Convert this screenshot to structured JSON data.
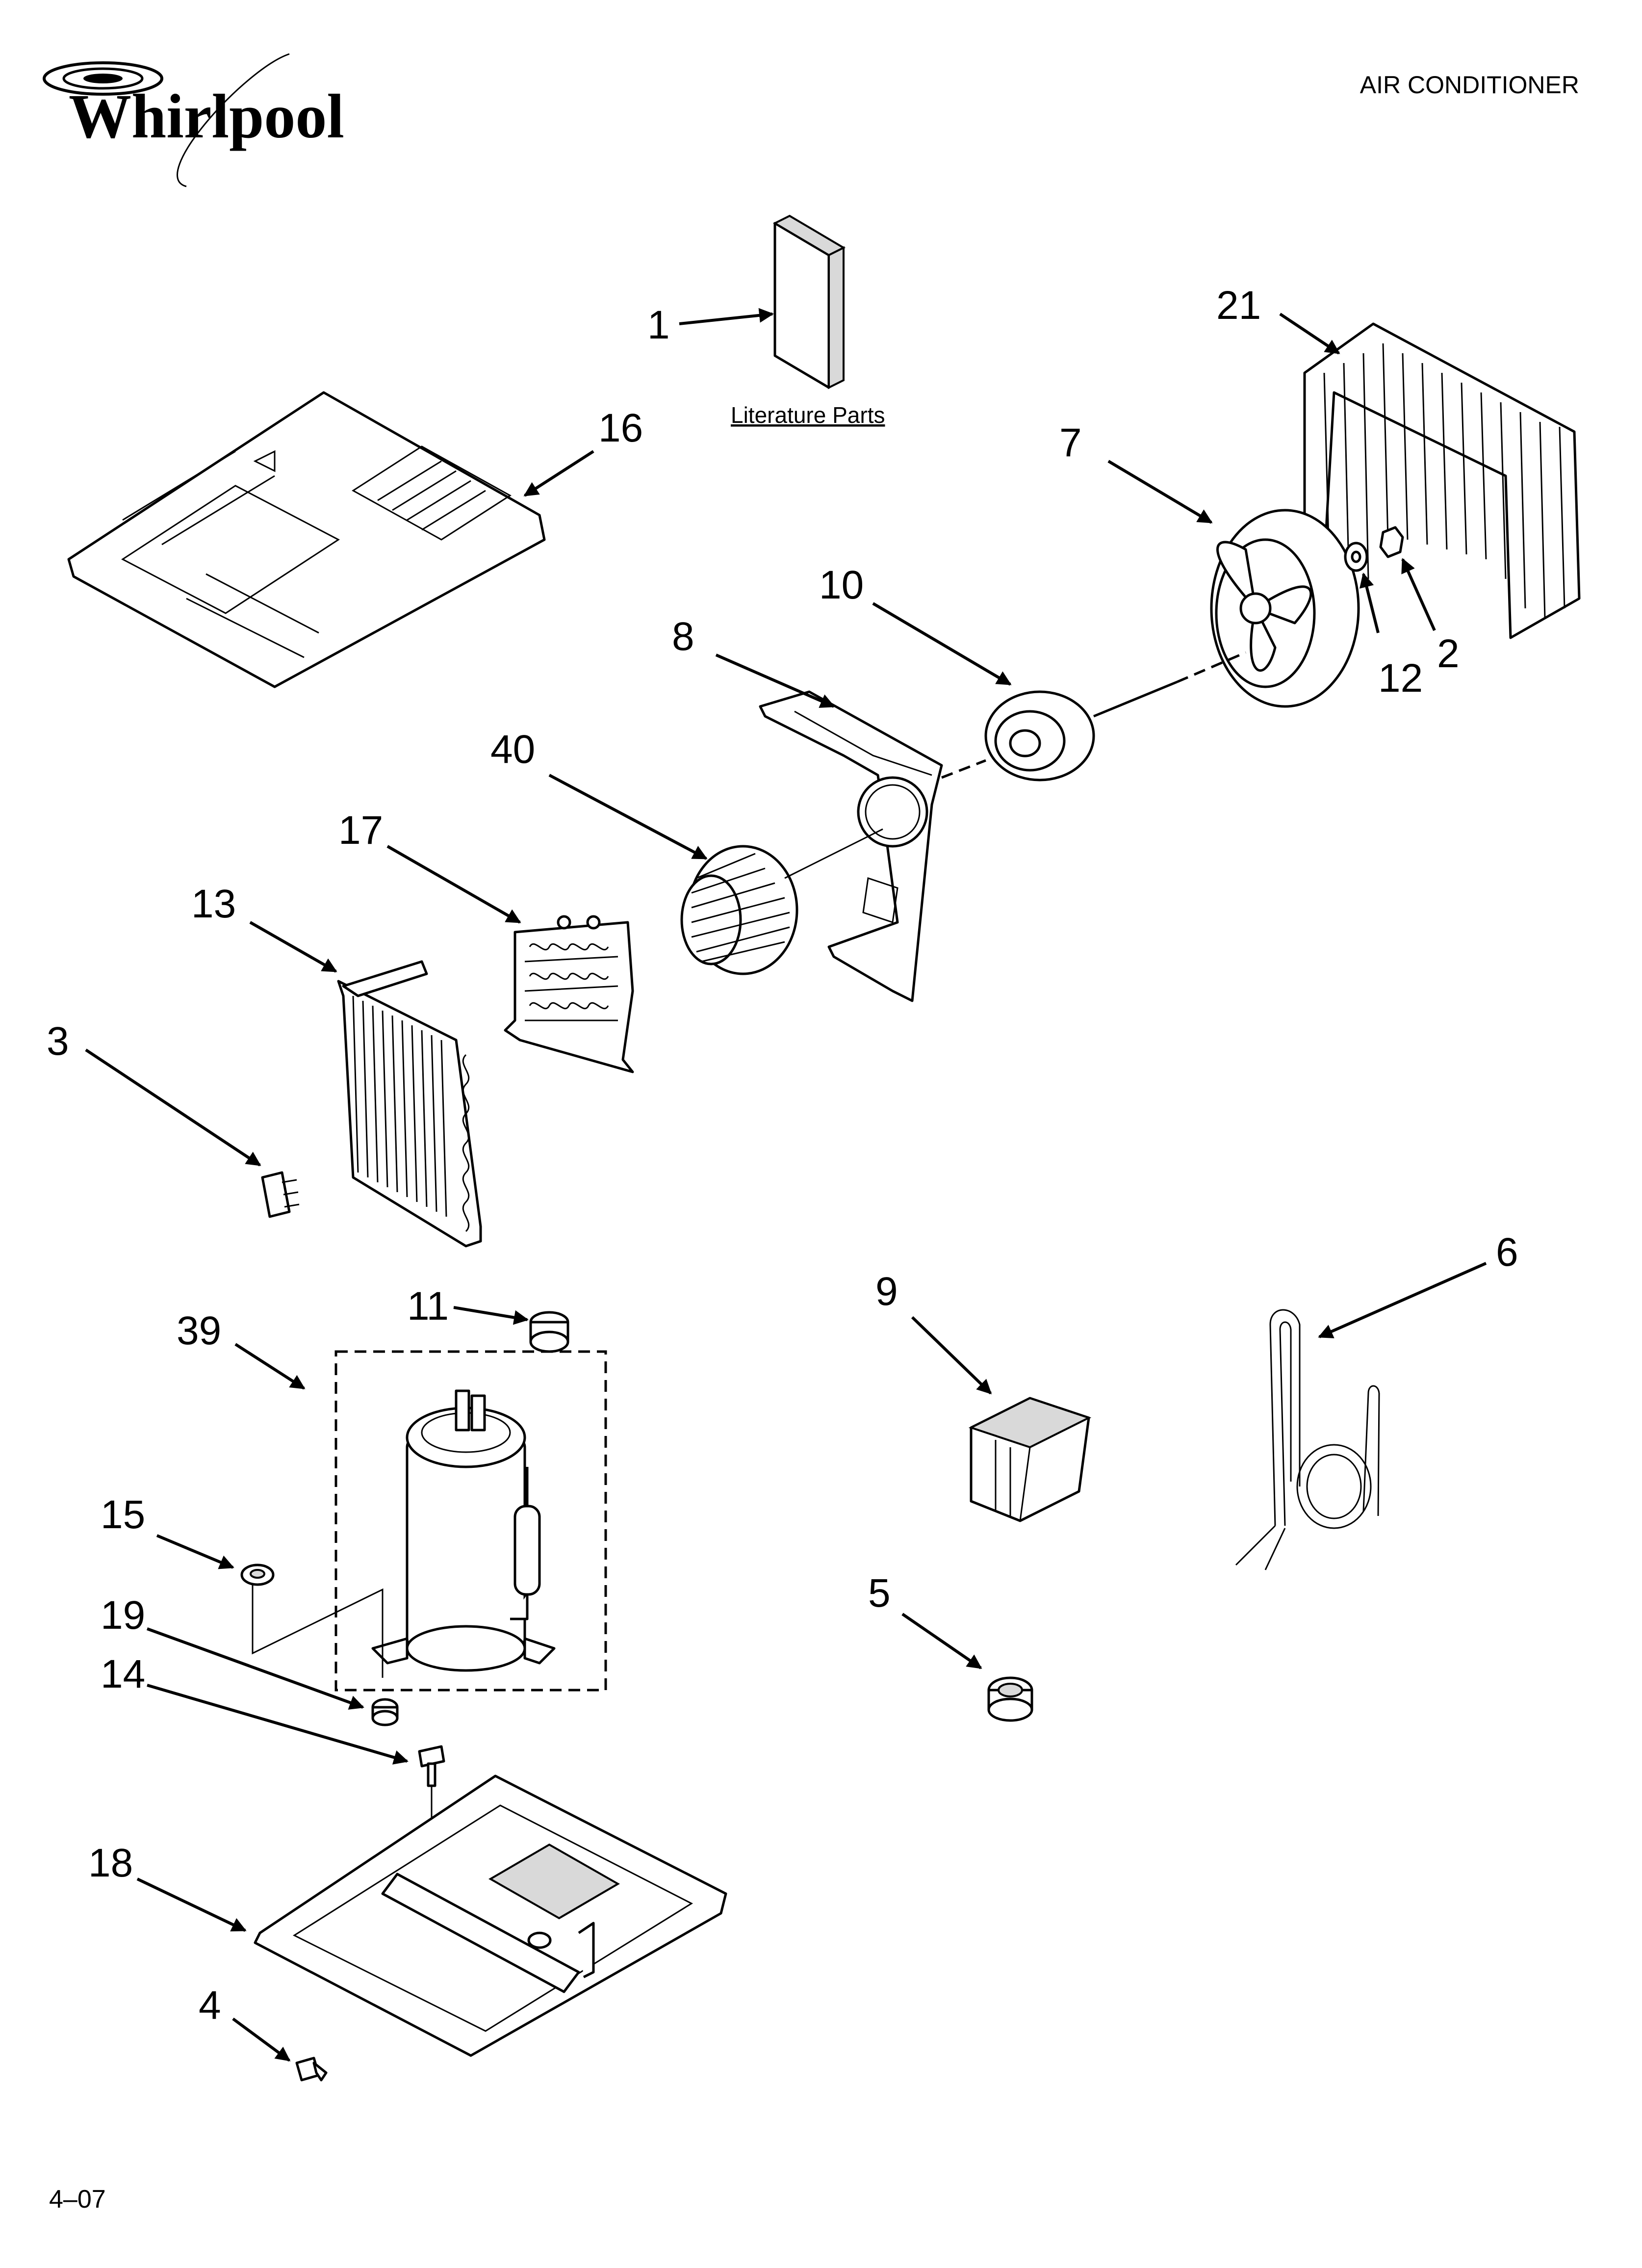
{
  "brand": {
    "name": "Whirlpool"
  },
  "header": {
    "title": "AIR CONDITIONER"
  },
  "literature_label": "Literature Parts",
  "footer": {
    "code": "4–07"
  },
  "callouts": {
    "c1": "1",
    "c2": "2",
    "c3": "3",
    "c4": "4",
    "c5": "5",
    "c6": "6",
    "c7": "7",
    "c8": "8",
    "c9": "9",
    "c10": "10",
    "c11": "11",
    "c12": "12",
    "c13": "13",
    "c14": "14",
    "c15": "15",
    "c16": "16",
    "c17": "17",
    "c18": "18",
    "c19": "19",
    "c21": "21",
    "c39": "39",
    "c40": "40"
  }
}
